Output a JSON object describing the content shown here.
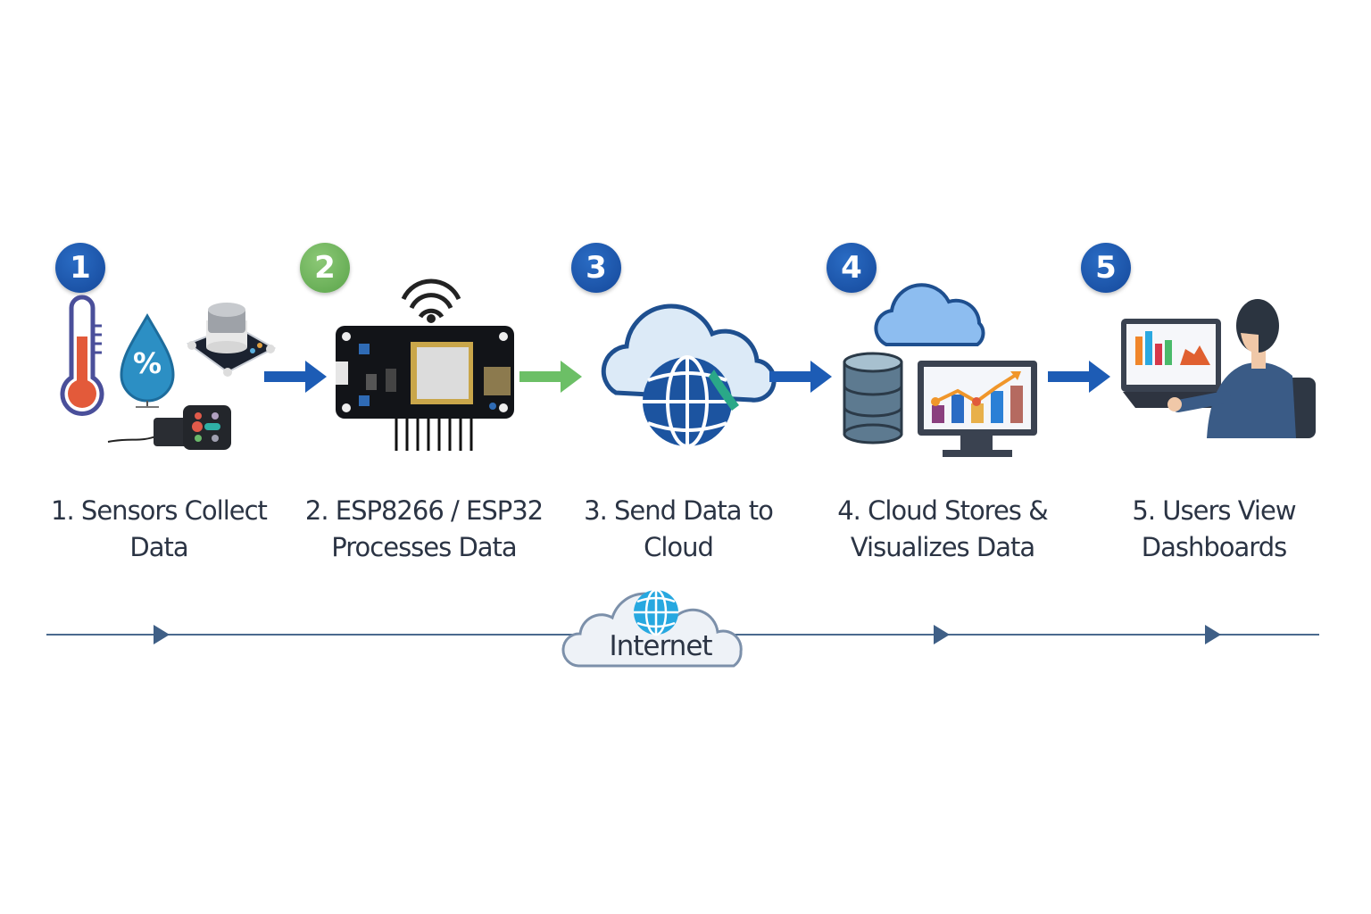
{
  "diagram": {
    "steps": [
      {
        "number": "1",
        "line1": "1. Sensors Collect",
        "line2": "Data",
        "badge_color": "#1a53a8",
        "icon": "sensors-icon"
      },
      {
        "number": "2",
        "line1": "2. ESP8266 / ESP32",
        "line2": "Processes Data",
        "badge_color": "#6bb158",
        "icon": "microcontroller-board-icon"
      },
      {
        "number": "3",
        "line1": "3. Send Data to",
        "line2": "Cloud",
        "badge_color": "#1a53a8",
        "icon": "cloud-globe-icon"
      },
      {
        "number": "4",
        "line1": "4. Cloud Stores &",
        "line2": "Visualizes Data",
        "badge_color": "#1a53a8",
        "icon": "database-dashboard-icon"
      },
      {
        "number": "5",
        "line1": "5. Users View",
        "line2": "Dashboards",
        "badge_color": "#1a53a8",
        "icon": "user-laptop-icon"
      }
    ],
    "connectors": [
      {
        "from": "1",
        "to": "2",
        "color": "#1d5cb5"
      },
      {
        "from": "2",
        "to": "3",
        "color": "#6cbf66"
      },
      {
        "from": "3",
        "to": "4",
        "color": "#1d5cb5"
      },
      {
        "from": "4",
        "to": "5",
        "color": "#1d5cb5"
      }
    ],
    "sensor_percent_symbol": "%",
    "timeline": {
      "label": "Internet",
      "line_color": "#4a6a8e"
    }
  }
}
